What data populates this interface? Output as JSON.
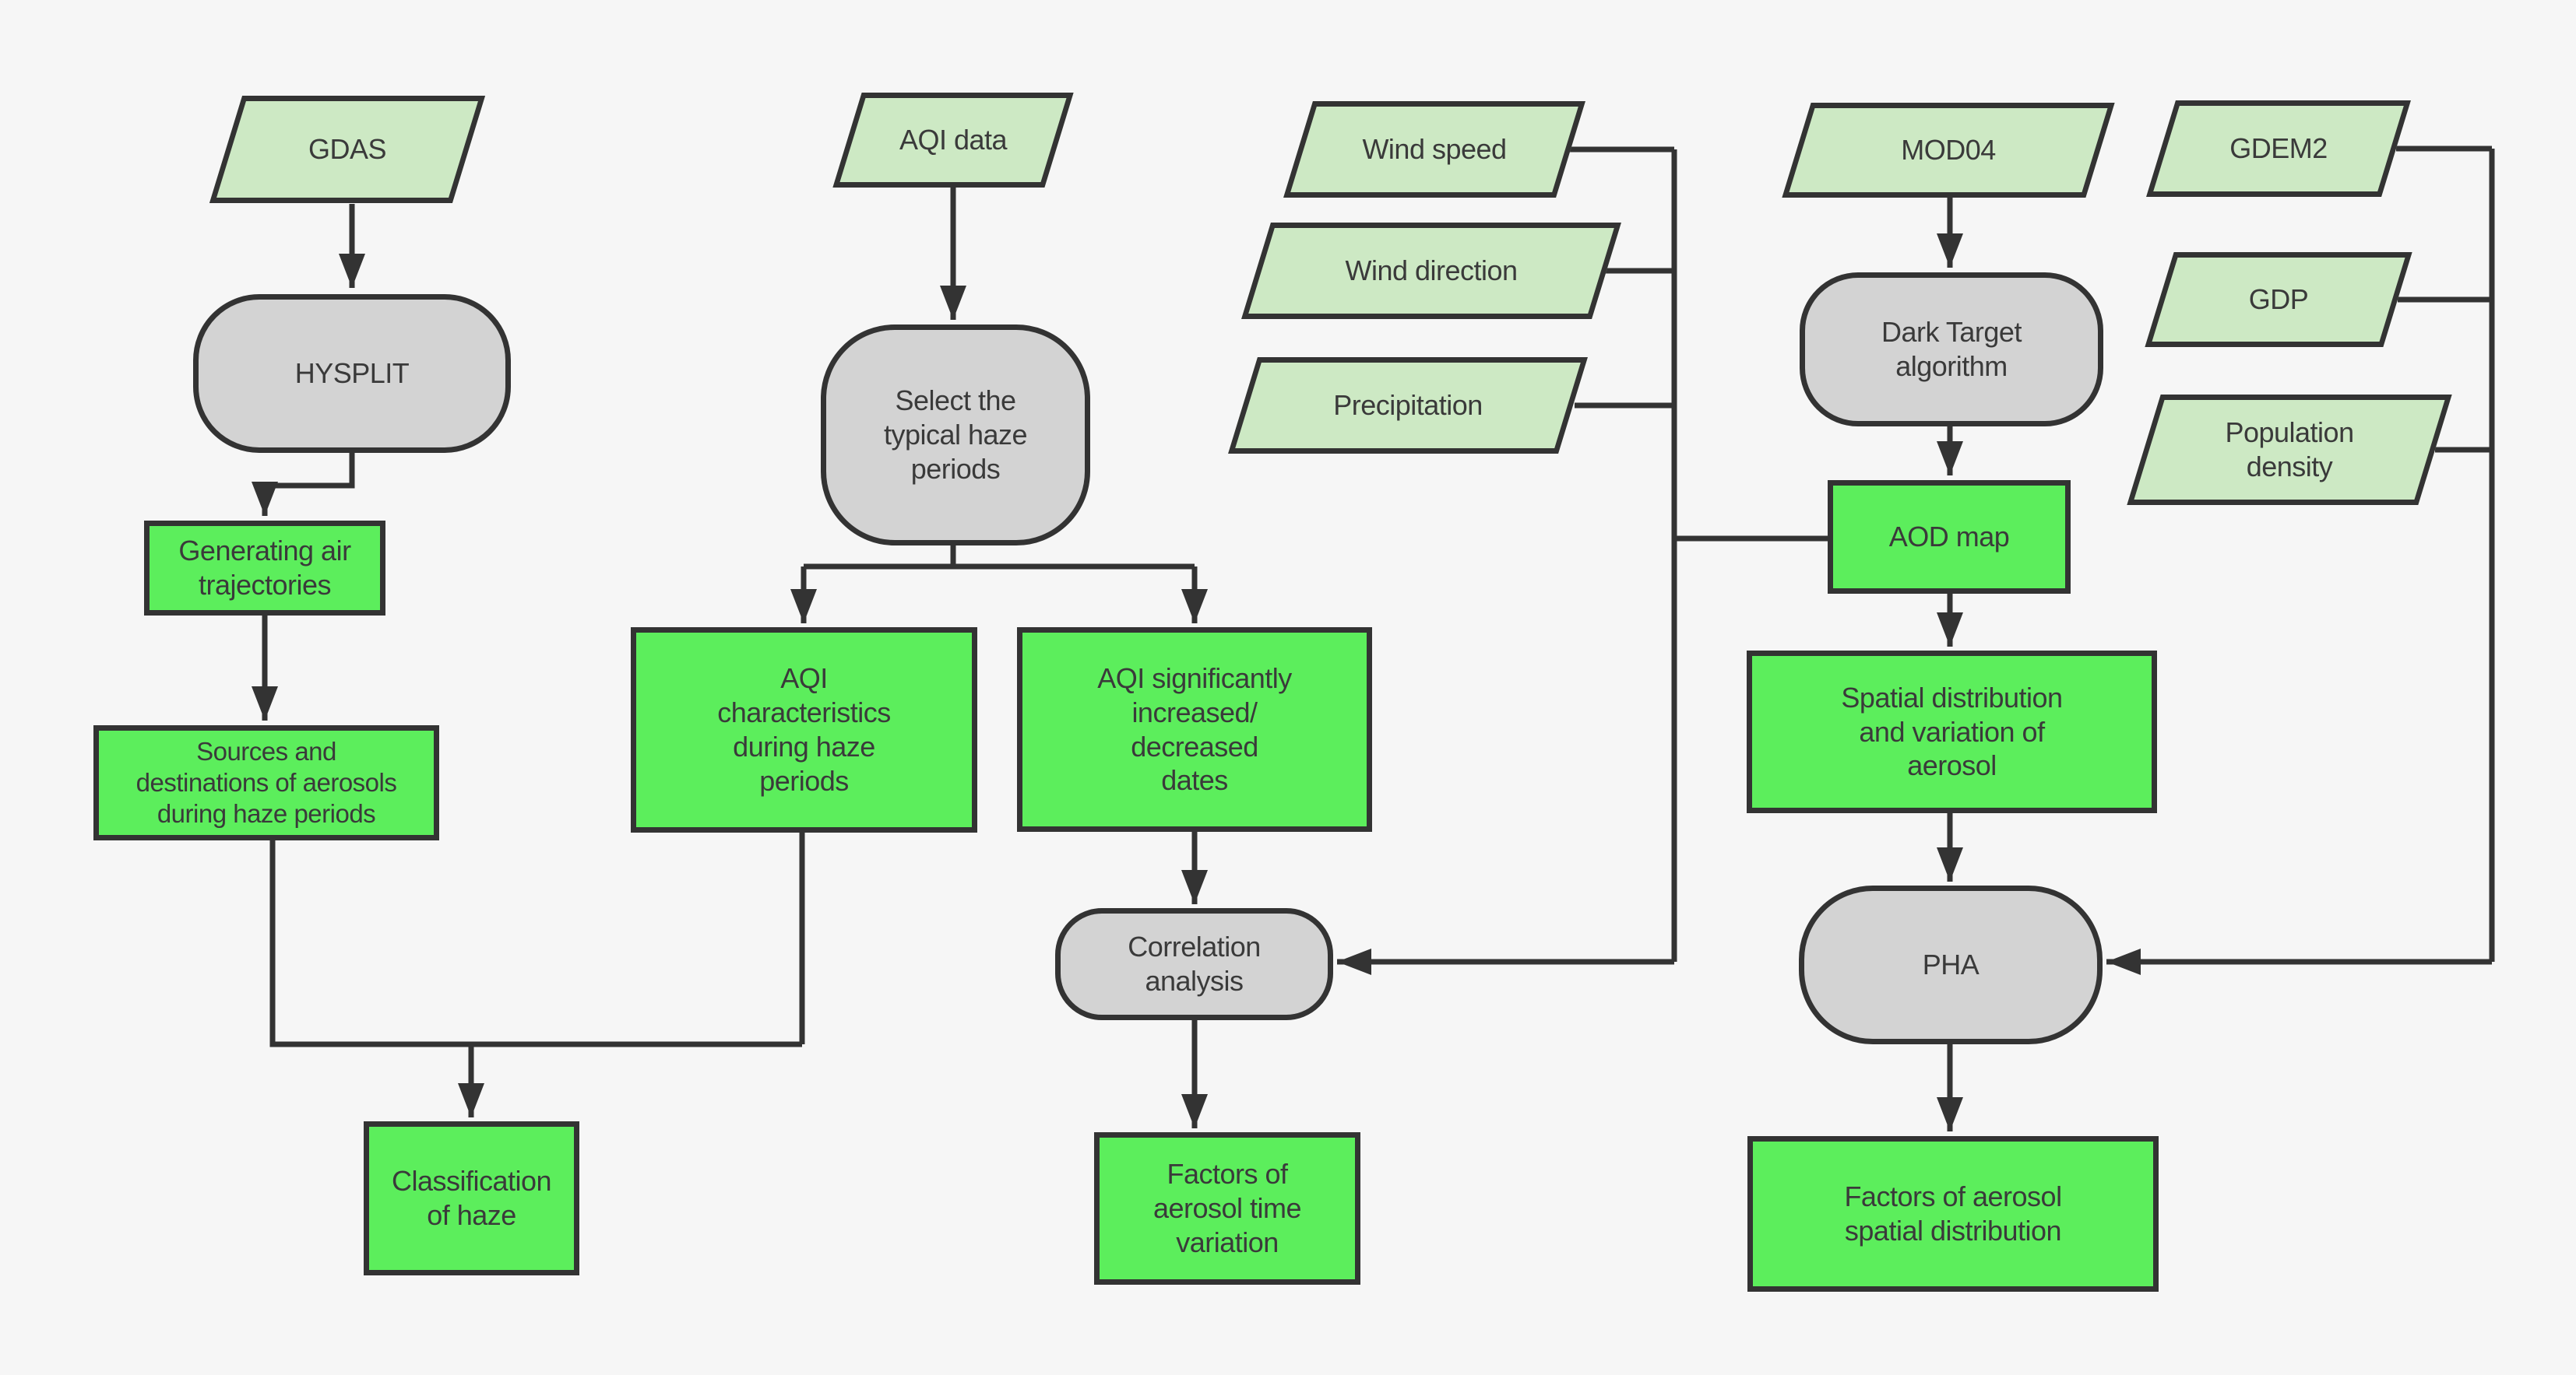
{
  "diagram": {
    "type": "flowchart",
    "title": "",
    "colors": {
      "background": "#f6f6f6",
      "input_parallelogram_fill": "#cde9c4",
      "process_box_fill": "#5cee5c",
      "operation_rounded_fill": "#d3d3d3",
      "stroke": "#333333",
      "text": "#3a3a3a"
    },
    "nodes": {
      "gdas": {
        "label": "GDAS",
        "shape": "parallelogram"
      },
      "hysplit": {
        "label": "HYSPLIT",
        "shape": "rounded"
      },
      "generating-air-trajectories": {
        "label": "Generating air\ntrajectories",
        "shape": "rect"
      },
      "sources-destinations": {
        "label": "Sources and\ndestinations of aerosols\nduring haze periods",
        "shape": "rect"
      },
      "classification-of-haze": {
        "label": "Classification\nof haze",
        "shape": "rect"
      },
      "aqi-data": {
        "label": "AQI data",
        "shape": "parallelogram"
      },
      "select-typical-haze-periods": {
        "label": "Select the\ntypical haze\nperiods",
        "shape": "rounded"
      },
      "aqi-characteristics": {
        "label": "AQI\ncharacteristics\nduring haze\nperiods",
        "shape": "rect"
      },
      "aqi-significantly": {
        "label": "AQI significantly\nincreased/\ndecreased\ndates",
        "shape": "rect"
      },
      "correlation-analysis": {
        "label": "Correlation\nanalysis",
        "shape": "rounded"
      },
      "factors-time-variation": {
        "label": "Factors of\naerosol time\nvariation",
        "shape": "rect"
      },
      "wind-speed": {
        "label": "Wind speed",
        "shape": "parallelogram"
      },
      "wind-direction": {
        "label": "Wind direction",
        "shape": "parallelogram"
      },
      "precipitation": {
        "label": "Precipitation",
        "shape": "parallelogram"
      },
      "mod04": {
        "label": "MOD04",
        "shape": "parallelogram"
      },
      "dark-target-algorithm": {
        "label": "Dark Target\nalgorithm",
        "shape": "rounded"
      },
      "aod-map": {
        "label": "AOD map",
        "shape": "rect"
      },
      "spatial-distribution": {
        "label": "Spatial distribution\nand variation of\naerosol",
        "shape": "rect"
      },
      "pha": {
        "label": "PHA",
        "shape": "rounded"
      },
      "factors-spatial-distribution": {
        "label": "Factors of aerosol\nspatial distribution",
        "shape": "rect"
      },
      "gdem2": {
        "label": "GDEM2",
        "shape": "parallelogram"
      },
      "gdp": {
        "label": "GDP",
        "shape": "parallelogram"
      },
      "population-density": {
        "label": "Population\ndensity",
        "shape": "parallelogram"
      }
    },
    "edges": [
      {
        "from": "gdas",
        "to": "hysplit"
      },
      {
        "from": "hysplit",
        "to": "generating-air-trajectories"
      },
      {
        "from": "generating-air-trajectories",
        "to": "sources-destinations"
      },
      {
        "from": "sources-destinations",
        "to": "classification-of-haze"
      },
      {
        "from": "aqi-characteristics",
        "to": "classification-of-haze"
      },
      {
        "from": "aqi-data",
        "to": "select-typical-haze-periods"
      },
      {
        "from": "select-typical-haze-periods",
        "to": "aqi-characteristics"
      },
      {
        "from": "select-typical-haze-periods",
        "to": "aqi-significantly"
      },
      {
        "from": "aqi-significantly",
        "to": "correlation-analysis"
      },
      {
        "from": "wind-speed",
        "to": "correlation-analysis"
      },
      {
        "from": "wind-direction",
        "to": "correlation-analysis"
      },
      {
        "from": "precipitation",
        "to": "correlation-analysis"
      },
      {
        "from": "aod-map",
        "to": "correlation-analysis"
      },
      {
        "from": "correlation-analysis",
        "to": "factors-time-variation"
      },
      {
        "from": "mod04",
        "to": "dark-target-algorithm"
      },
      {
        "from": "dark-target-algorithm",
        "to": "aod-map"
      },
      {
        "from": "aod-map",
        "to": "spatial-distribution"
      },
      {
        "from": "spatial-distribution",
        "to": "pha"
      },
      {
        "from": "gdem2",
        "to": "pha"
      },
      {
        "from": "gdp",
        "to": "pha"
      },
      {
        "from": "population-density",
        "to": "pha"
      },
      {
        "from": "pha",
        "to": "factors-spatial-distribution"
      }
    ]
  }
}
